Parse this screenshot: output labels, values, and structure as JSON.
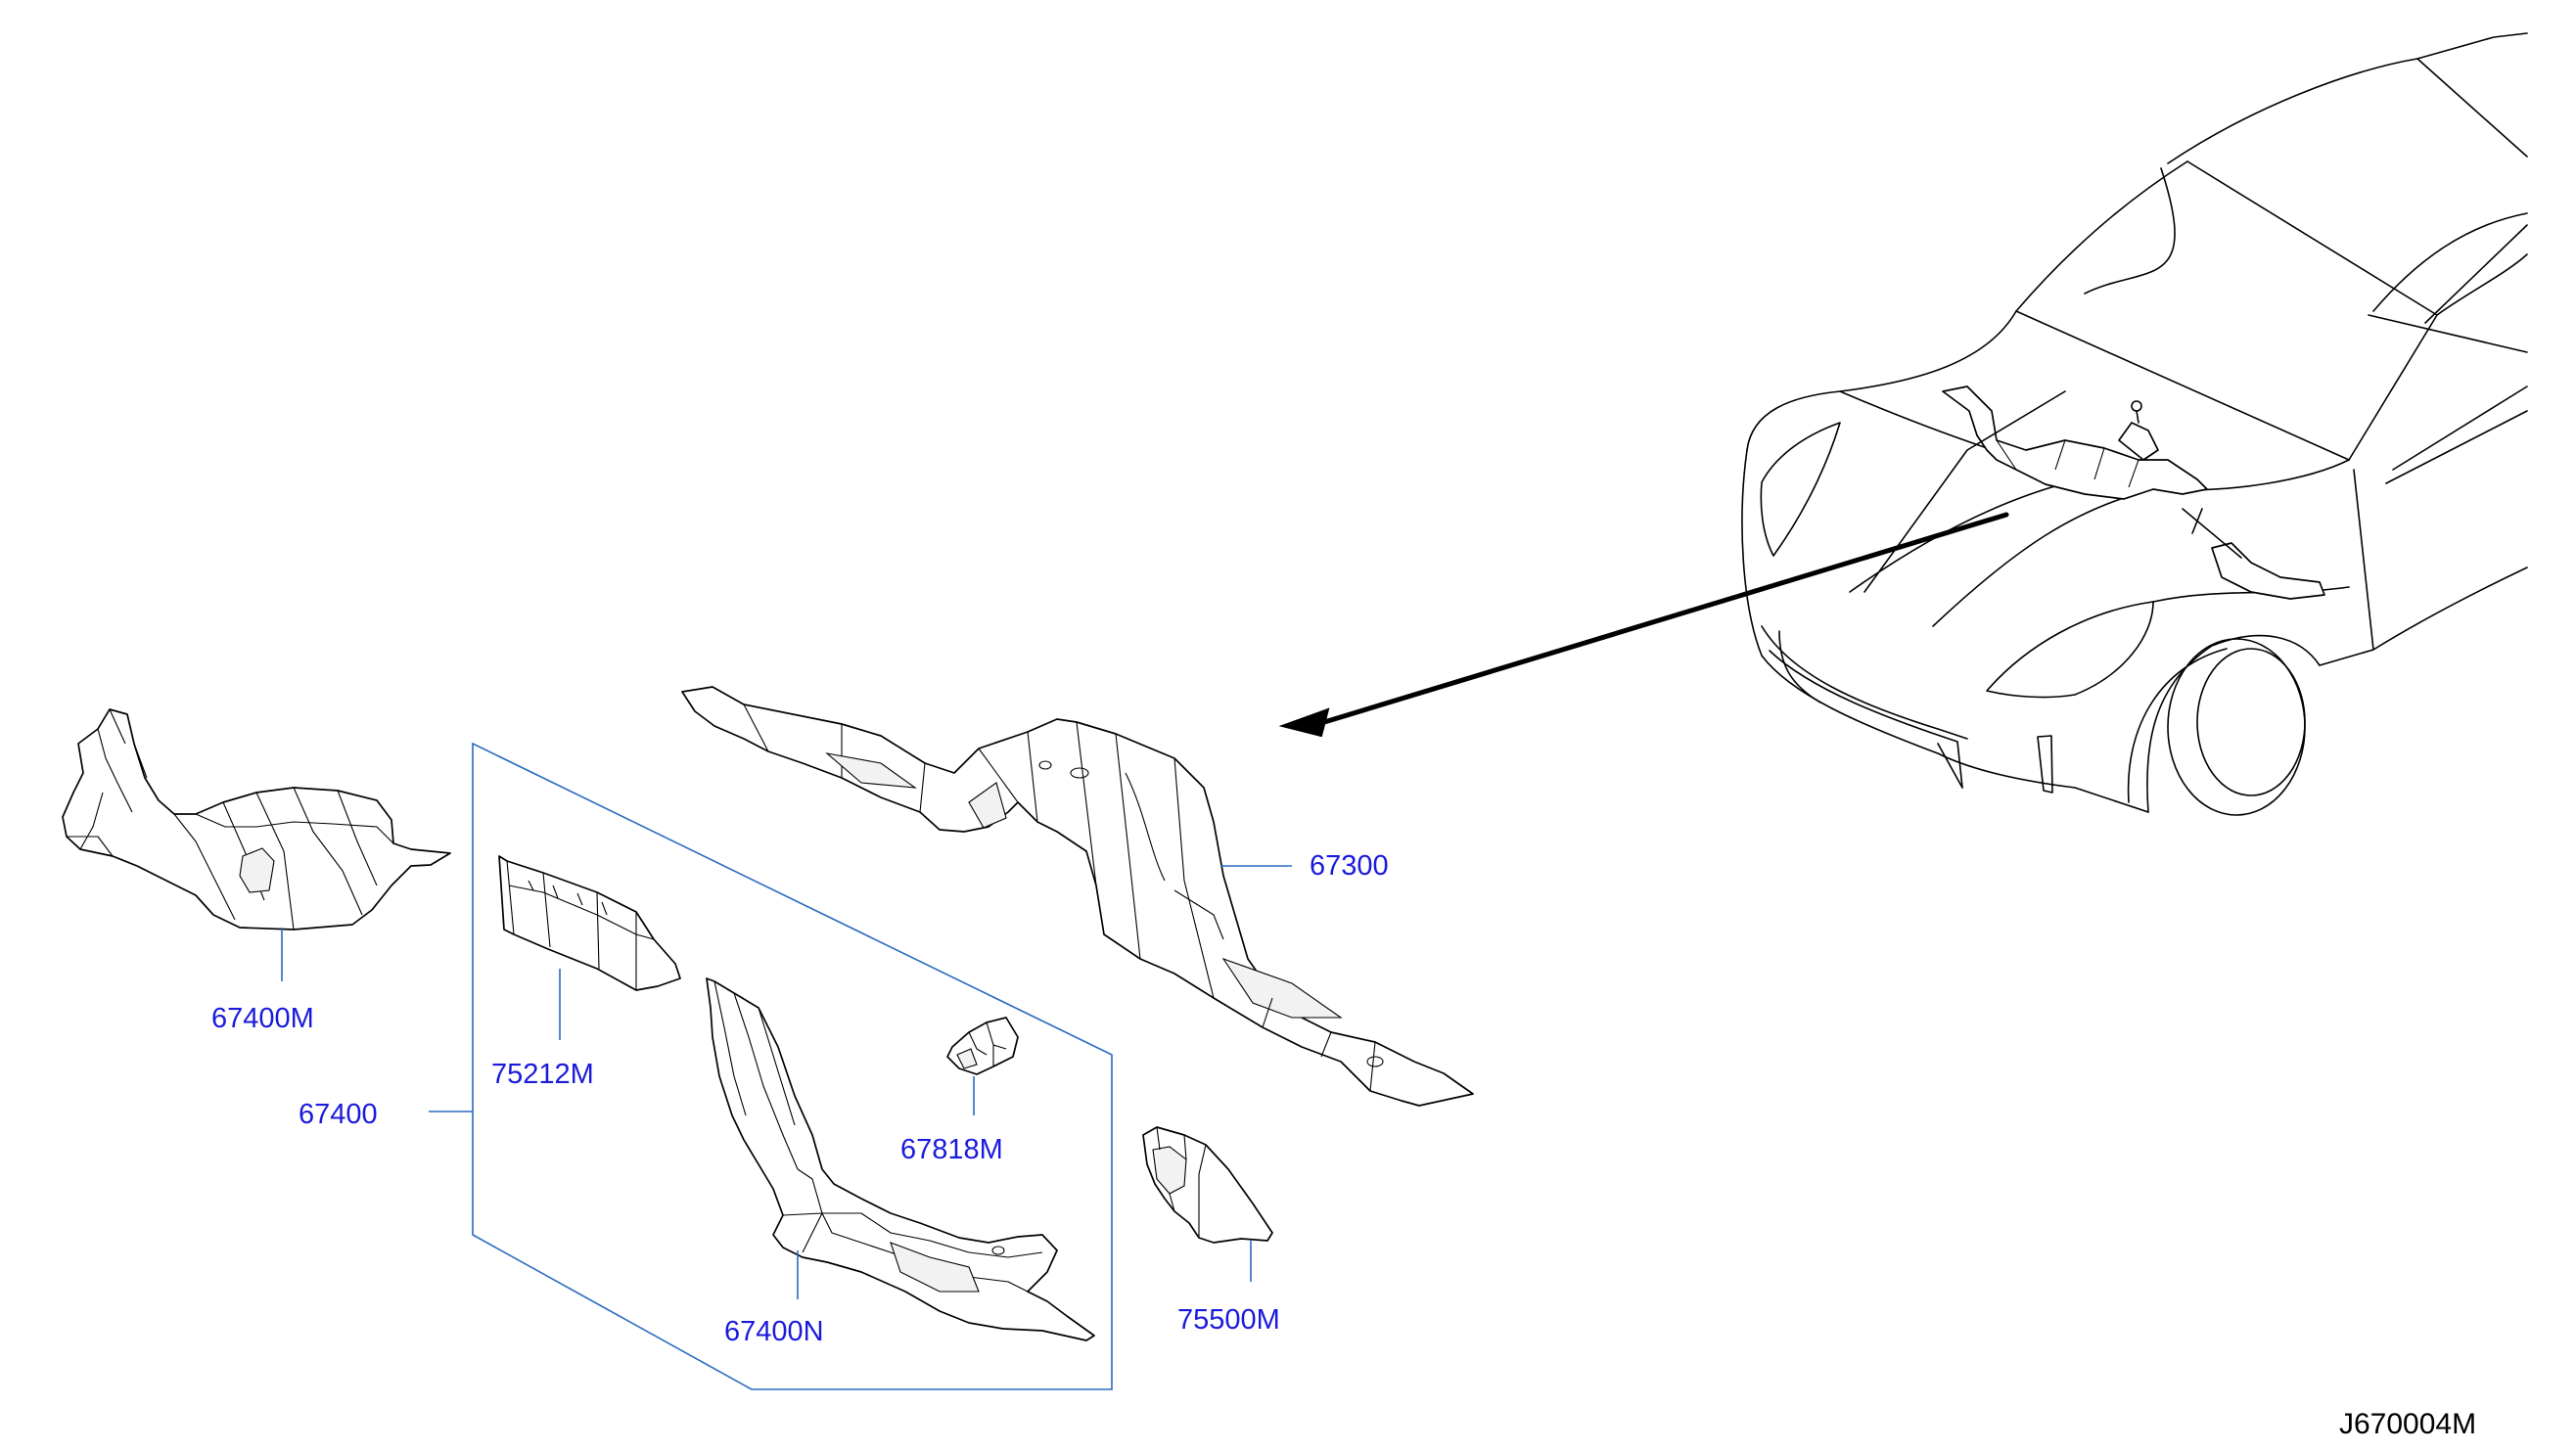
{
  "colors": {
    "label": "#1a1adc",
    "leader": "#2a6ac0",
    "line": "#000000"
  },
  "parts": {
    "p67300": "67300",
    "p67400M": "67400M",
    "p75212M": "75212M",
    "p67400": "67400",
    "p67818M": "67818M",
    "p67400N": "67400N",
    "p75500M": "75500M"
  },
  "diagram_code": "J670004M"
}
